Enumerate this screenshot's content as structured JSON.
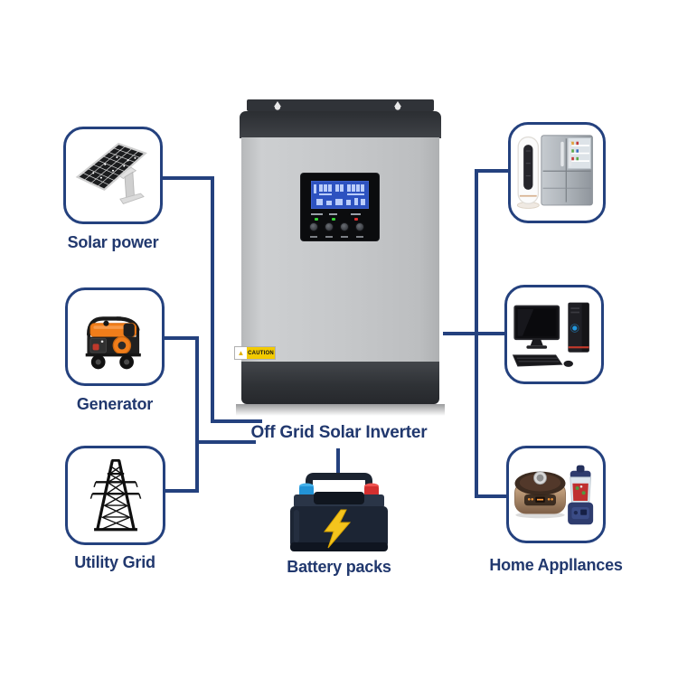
{
  "theme": {
    "background": "#ffffff",
    "line_color": "#24417e",
    "box_border_color": "#24417e",
    "label_color": "#21386e",
    "battery_bolt_yellow": "#f4c41d",
    "lcd_blue": "#2d52c0",
    "led_green": "#35d435",
    "led_red": "#e03030",
    "generator_orange": "#ef7d1a"
  },
  "left_column": {
    "items": [
      {
        "label": "Solar power",
        "icon": "solar-panel-icon"
      },
      {
        "label": "Generator",
        "icon": "diesel-generator-icon"
      },
      {
        "label": "Utility Grid",
        "icon": "transmission-tower-icon"
      }
    ]
  },
  "center": {
    "device_label": "Off Grid Solar Inverter",
    "battery_label": "Battery packs",
    "inverter": {
      "caution_text": "CAUTION"
    }
  },
  "right_column": {
    "label": "Home Appllances",
    "items": [
      {
        "icon": "air-conditioner-and-fridge-icon"
      },
      {
        "icon": "desktop-computer-icon"
      },
      {
        "icon": "rice-cooker-and-blender-icon"
      }
    ]
  }
}
